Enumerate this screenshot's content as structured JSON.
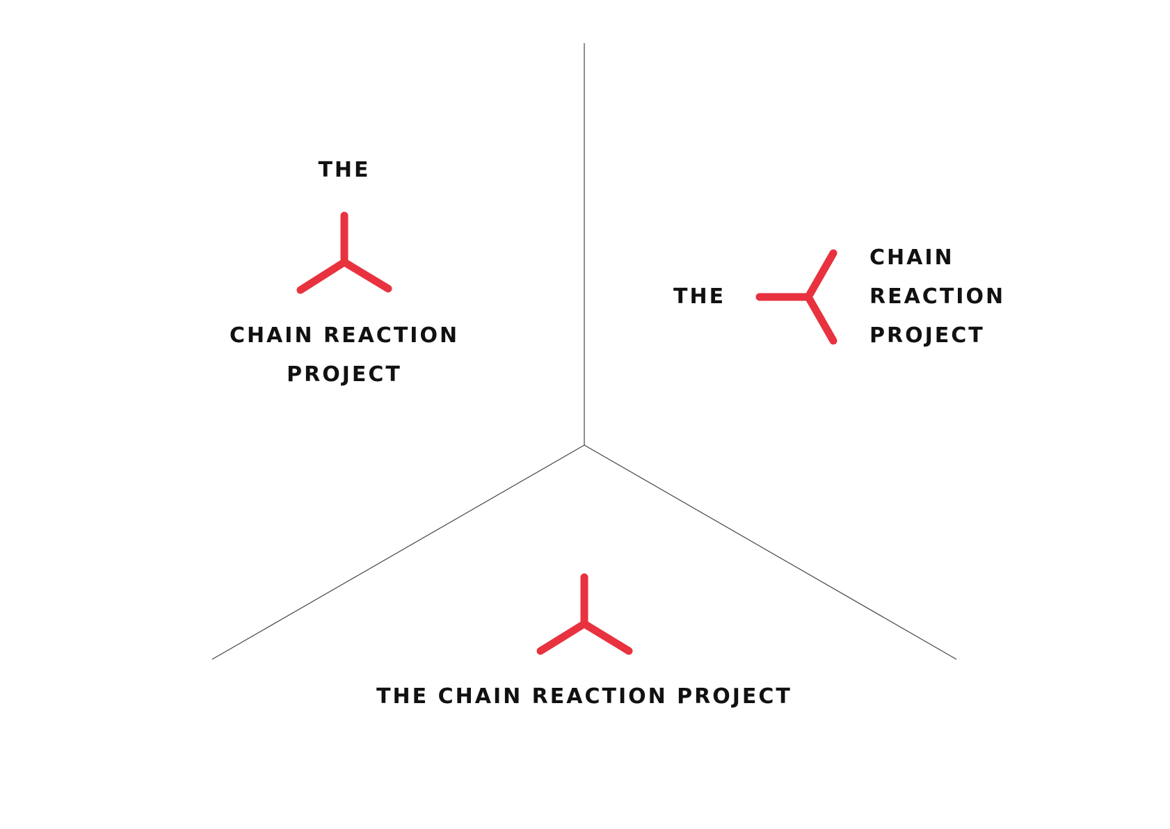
{
  "colors": {
    "accent": "#e8323f",
    "text": "#111111",
    "divider": "#444444"
  },
  "logo_vertical": {
    "top_word": "THE",
    "line1": "CHAIN REACTION",
    "line2": "PROJECT",
    "icon": "tri-branch-icon"
  },
  "logo_horizontal": {
    "left_word": "THE",
    "line1": "CHAIN",
    "line2": "REACTION",
    "line3": "PROJECT",
    "icon": "tri-branch-icon"
  },
  "logo_inline": {
    "line1": "THE CHAIN REACTION PROJECT",
    "icon": "tri-branch-icon"
  }
}
